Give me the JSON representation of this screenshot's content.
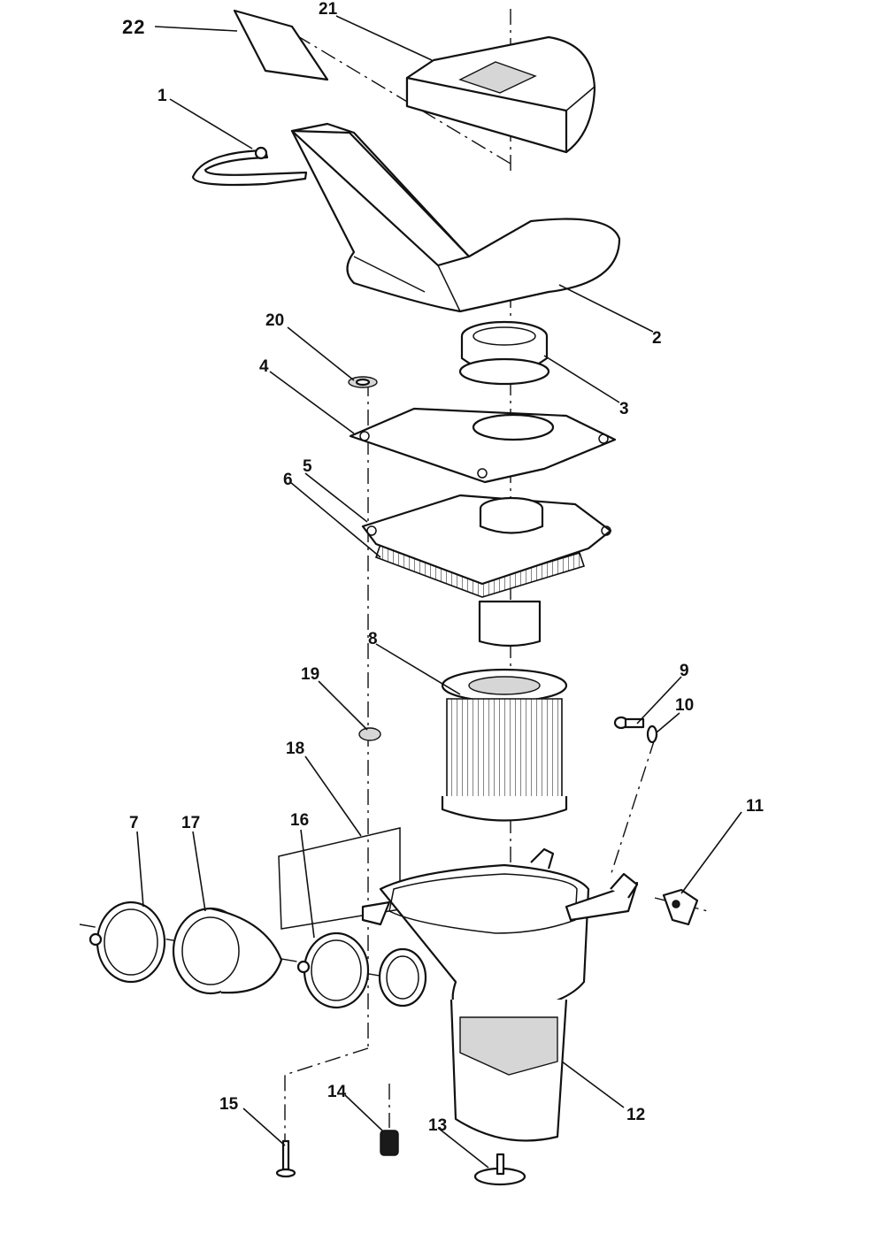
{
  "diagram": {
    "callouts": [
      "1",
      "2",
      "3",
      "4",
      "5",
      "6",
      "7",
      "8",
      "9",
      "10",
      "11",
      "12",
      "13",
      "14",
      "15",
      "16",
      "17",
      "18",
      "19",
      "20",
      "21",
      "22"
    ]
  }
}
